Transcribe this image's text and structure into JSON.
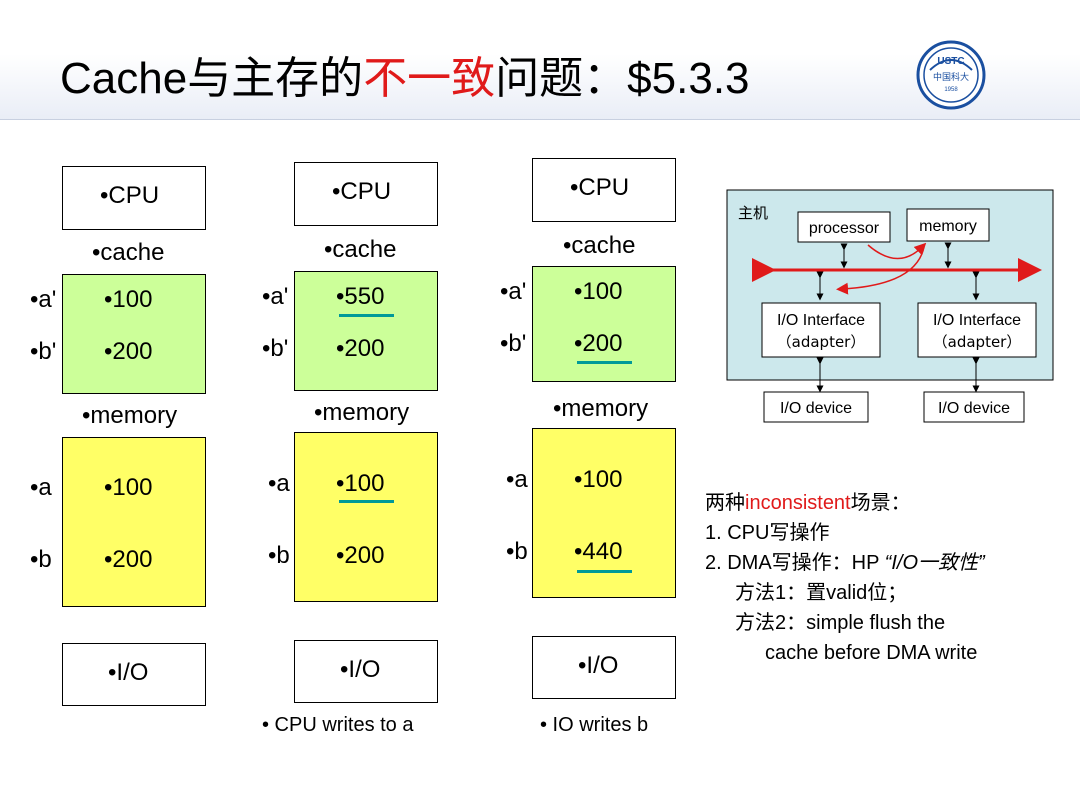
{
  "title": {
    "part1": "Cache与主存的",
    "part2": "不一致",
    "part3": "问题：$5.3.3"
  },
  "logo": {
    "text_top": "USTC",
    "text_mid": "中国科大",
    "text_year": "1958"
  },
  "columns": [
    {
      "cpu": "•CPU",
      "cache_label": "•cache",
      "reg1": "•a'",
      "reg2": "•b'",
      "cval1": "•100",
      "cval2": "•200",
      "mem_label": "•memory",
      "mreg1": "•a",
      "mreg2": "•b",
      "mval1": "•100",
      "mval2": "•200",
      "io": "•I/O",
      "caption": ""
    },
    {
      "cpu": "•CPU",
      "cache_label": "•cache",
      "reg1": "•a'",
      "reg2": "•b'",
      "cval1": "•550",
      "cval2": "•200",
      "mem_label": "•memory",
      "mreg1": "•a",
      "mreg2": "•b",
      "mval1": "•100",
      "mval2": "•200",
      "io": "•I/O",
      "caption": "• CPU writes to a"
    },
    {
      "cpu": "•CPU",
      "cache_label": "•cache",
      "reg1": "•a'",
      "reg2": "•b'",
      "cval1": "•100",
      "cval2": "•200",
      "mem_label": "•memory",
      "mreg1": "•a",
      "mreg2": "•b",
      "mval1": "•100",
      "mval2": "•440",
      "io": "•I/O",
      "caption": "• IO writes b"
    }
  ],
  "system": {
    "host_label": "主机",
    "processor": "processor",
    "memory": "memory",
    "io_if_line1": "I/O Interface",
    "io_if_line2": "（adapter）",
    "io_device": "I/O device"
  },
  "notes": {
    "l1_pre": "两种",
    "l1_red": "inconsistent",
    "l1_post": "场景：",
    "l2": "1. CPU写操作",
    "l3_pre": "2. DMA写操作：HP ",
    "l3_italic": "“I/O一致性”",
    "l4": "方法1：置valid位；",
    "l5": "方法2：simple flush the",
    "l6": "cache before DMA write"
  },
  "colors": {
    "cache_fill": "#ccff99",
    "memory_fill": "#ffff66",
    "highlight_underline": "#009999",
    "bus_red": "#e01a1a",
    "system_bg": "#cce8ec"
  }
}
